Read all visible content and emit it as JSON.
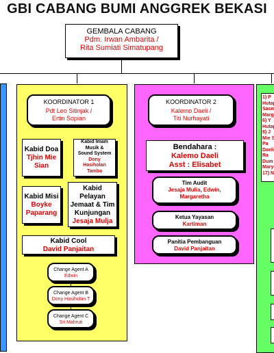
{
  "title": "GBI CABANG BUMI ANGGREK BEKASI",
  "colors": {
    "yellow": "#ffff66",
    "magenta": "#ff66ff",
    "green": "#66ff66",
    "red": "#e00000",
    "blue": "#3399ff"
  },
  "gembala": {
    "heading": "GEMBALA CABANG",
    "line1": "Pdm. Irwan Ambarita /",
    "line2": "Rita Sumiati Simatupang"
  },
  "koord1": {
    "heading": "KOORDINATOR 1",
    "line1": "Pdt Leo Sitinjak /",
    "line2": "Ertin Sopian",
    "kabid_doa": {
      "heading": "Kabid Doa",
      "name1": "Tjhin Mie",
      "name2": "Sian"
    },
    "kabid_imam": {
      "h1": "Kabid Imam",
      "h2": "Musik &",
      "h3": "Sound System",
      "name1": "Dony",
      "name2": "Hasiholan",
      "name3": "Tamba"
    },
    "kabid_misi": {
      "heading": "Kabid Misi",
      "name1": "Boyke",
      "name2": "Paparang"
    },
    "kabid_pelayan": {
      "h1": "Kabid",
      "h2": "Pelayan",
      "h3": "Jemaat & Tim",
      "h4": "Kunjungan",
      "name": "Jesaja Mulja"
    },
    "kabid_cool": {
      "heading": "Kabid Cool",
      "name": "David Panjaitan"
    },
    "agent_a": {
      "heading": "Change Agent A",
      "name": "Edwin"
    },
    "agent_b": {
      "heading": "Change Agent B",
      "name": "Dony Hasiholan T"
    },
    "agent_c": {
      "heading": "Change Agent C",
      "name": "Sri Mahruti"
    }
  },
  "koord2": {
    "heading": "KOORDINATOR 2",
    "line1": "Kalemo Daeli /",
    "line2": "Titi Nurhayati",
    "bendahara": {
      "heading": "Bendahara :",
      "line1": "Kalemo Daeli",
      "line2": "Asst : Elisabet"
    },
    "tim_audit": {
      "heading": "Tim Audit",
      "line1": "Jesaja Mulia, Edwin,",
      "line2": "Margaretha"
    },
    "ketua_yayasan": {
      "heading": "Ketua Yayasan",
      "name": "Kartiman"
    },
    "panitia": {
      "heading": "Panitia Pembanguan",
      "name": "David Panjaitan"
    }
  },
  "koord3_list": [
    "1) P",
    "Hutap",
    "Sasm",
    "Marg",
    "6) Y",
    "Hutap",
    "8) J",
    "Mie S",
    "Pa",
    "Daeli",
    "Ra",
    "Dum",
    "Marya",
    "17) N"
  ]
}
